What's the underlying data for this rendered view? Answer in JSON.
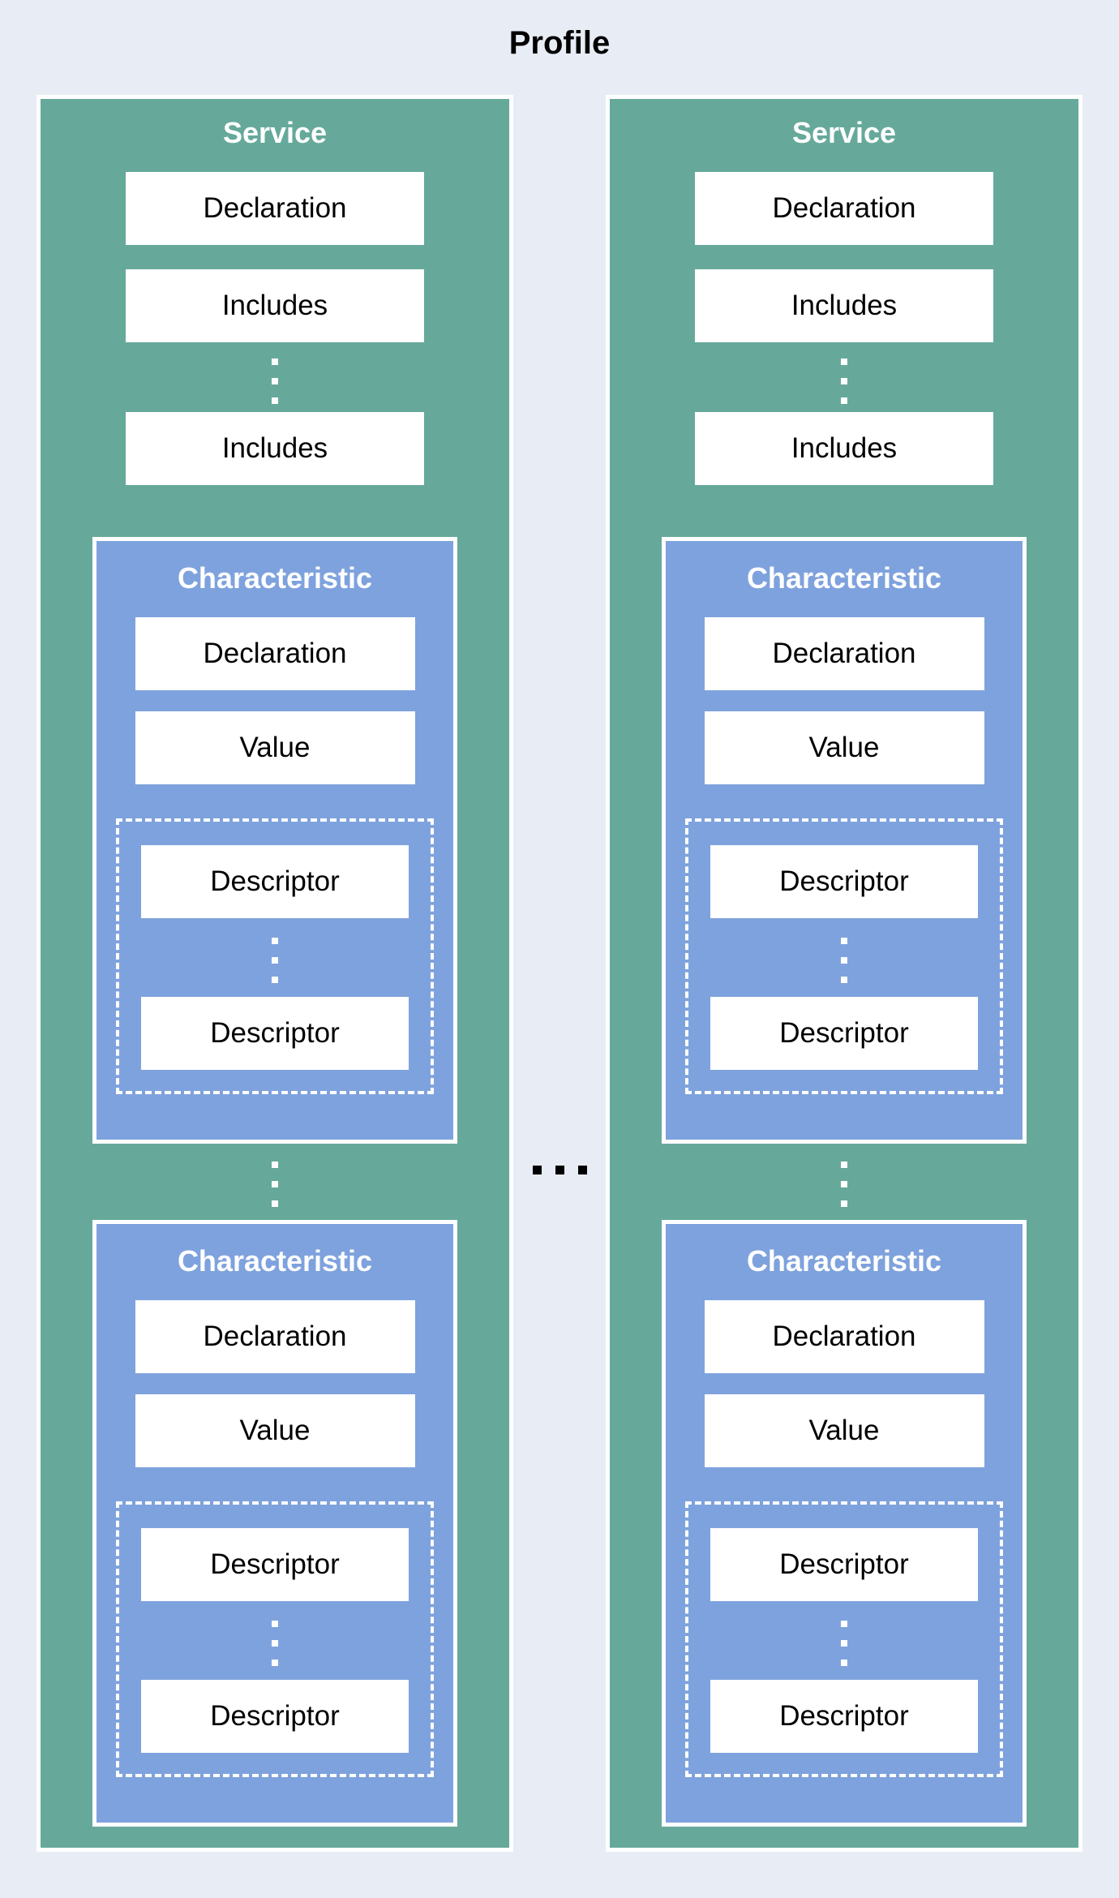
{
  "title": "Profile",
  "colors": {
    "background": "#e8edf5",
    "service_fill": "#66a99b",
    "characteristic_fill": "#7ea2dd",
    "box_fill": "#ffffff",
    "box_text": "#000000",
    "header_text": "#ffffff",
    "ellipsis_between_services": "#000000",
    "ellipsis_inside_boxes": "#ffffff"
  },
  "icons": {
    "vertical_ellipsis": "more-items-vertical",
    "horizontal_ellipsis": "more-services-horizontal"
  },
  "services": [
    {
      "label": "Service",
      "declaration_label": "Declaration",
      "includes": [
        "Includes",
        "Includes"
      ],
      "characteristics": [
        {
          "label": "Characteristic",
          "declaration_label": "Declaration",
          "value_label": "Value",
          "descriptors": [
            "Descriptor",
            "Descriptor"
          ]
        },
        {
          "label": "Characteristic",
          "declaration_label": "Declaration",
          "value_label": "Value",
          "descriptors": [
            "Descriptor",
            "Descriptor"
          ]
        }
      ]
    },
    {
      "label": "Service",
      "declaration_label": "Declaration",
      "includes": [
        "Includes",
        "Includes"
      ],
      "characteristics": [
        {
          "label": "Characteristic",
          "declaration_label": "Declaration",
          "value_label": "Value",
          "descriptors": [
            "Descriptor",
            "Descriptor"
          ]
        },
        {
          "label": "Characteristic",
          "declaration_label": "Declaration",
          "value_label": "Value",
          "descriptors": [
            "Descriptor",
            "Descriptor"
          ]
        }
      ]
    }
  ]
}
